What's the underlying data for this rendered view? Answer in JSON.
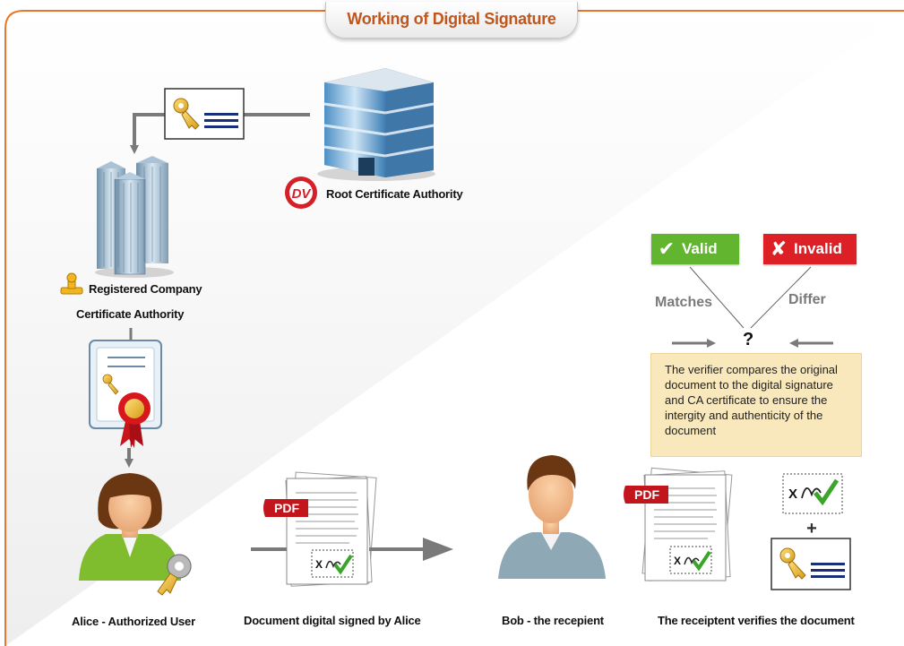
{
  "title": "Working of Digital Signature",
  "nodes": {
    "root_ca": {
      "label": "Root Certificate Authority",
      "logo_text": "DV"
    },
    "company_ca": {
      "line1": "Registered Company",
      "line2": "Certificate Authority"
    },
    "alice": {
      "label": "Alice - Authorized User"
    },
    "document": {
      "label": "Document digital signed by Alice",
      "badge": "PDF"
    },
    "bob": {
      "label": "Bob - the recepient"
    },
    "verify": {
      "label": "The receiptent verifies the document",
      "badge": "PDF",
      "plus": "+"
    }
  },
  "verification": {
    "valid": "Valid",
    "invalid": "Invalid",
    "matches": "Matches",
    "differ": "Differ",
    "question": "?",
    "note": "The verifier compares the original document to the digital signature and CA certificate to ensure the intergity and authenticity of the document"
  },
  "colors": {
    "frame": "#e8762b",
    "title_text": "#c0561d",
    "valid": "#62b52f",
    "invalid": "#dd1f26",
    "note_bg": "#f8e8bb",
    "arrow": "#7a7a7a",
    "pdf_badge": "#c3161c"
  },
  "icons": [
    "office-building-icon",
    "skyscraper-icon",
    "certificate-icon",
    "key-icon",
    "stamp-icon",
    "ribbon-seal-icon",
    "woman-avatar-icon",
    "man-avatar-icon",
    "pdf-document-icon",
    "signature-icon",
    "checkmark-icon",
    "cross-icon"
  ]
}
